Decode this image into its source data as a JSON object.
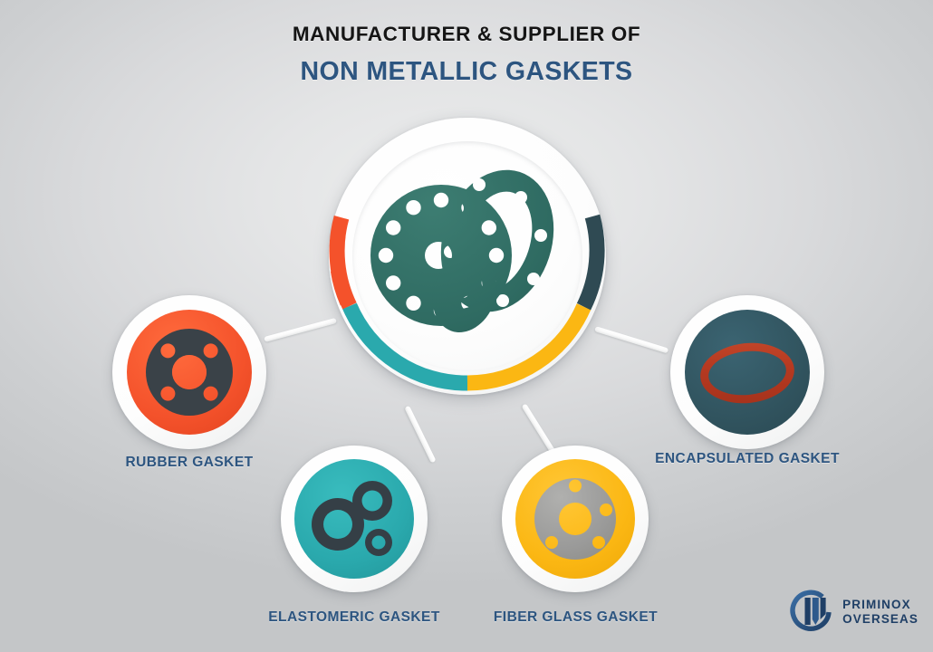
{
  "heading": {
    "eyebrow": "MANUFACTURER & SUPPLIER OF",
    "title": "NON METALLIC GASKETS"
  },
  "colors": {
    "background_light": "#ececed",
    "background_dark": "#c4c6c8",
    "heading_dark": "#151515",
    "heading_blue": "#2d5580",
    "arc_orange": "#f4522b",
    "arc_teal": "#2aa9ad",
    "arc_yellow": "#fbb713",
    "arc_slate": "#2f4a53",
    "hub_gasket_green": "#2f6b62",
    "logo_blue": "#1f3f66"
  },
  "hub": {
    "name": "non-metallic-gaskets-hub",
    "gasket_color": "#2f6b62",
    "arc_segments": [
      {
        "name": "rubber",
        "color": "#f4522b",
        "start_deg": 205,
        "end_deg": 258
      },
      {
        "name": "elastomeric",
        "color": "#2aa9ad",
        "start_deg": 156,
        "end_deg": 204
      },
      {
        "name": "fiber-glass",
        "color": "#fbb713",
        "start_deg": 104,
        "end_deg": 155
      },
      {
        "name": "encapsulated",
        "color": "#2f4a53",
        "start_deg": 48,
        "end_deg": 103
      }
    ]
  },
  "nodes": [
    {
      "id": "rubber-gasket",
      "label": "RUBBER GASKET",
      "disc_color": "#f4522b",
      "gasket_color": "#3a4248",
      "gasket_type": "flange-4-hole"
    },
    {
      "id": "elastomeric-gasket",
      "label": "ELASTOMERIC GASKET",
      "disc_color": "#2aa9ad",
      "gasket_color": "#353f46",
      "gasket_type": "o-rings"
    },
    {
      "id": "fiber-glass-gasket",
      "label": "FIBER GLASS GASKET",
      "disc_color": "#fbb713",
      "gasket_color": "#9a9a99",
      "gasket_type": "flange-4-hole"
    },
    {
      "id": "encapsulated-gasket",
      "label": "ENCAPSULATED GASKET",
      "disc_color": "#31545f",
      "gasket_color": "#b63a21",
      "gasket_type": "o-ring-single"
    }
  ],
  "logo": {
    "name": "priminox-overseas-logo",
    "line1": "PRIMINOX",
    "line2": "OVERSEAS",
    "color": "#1f3f66"
  }
}
